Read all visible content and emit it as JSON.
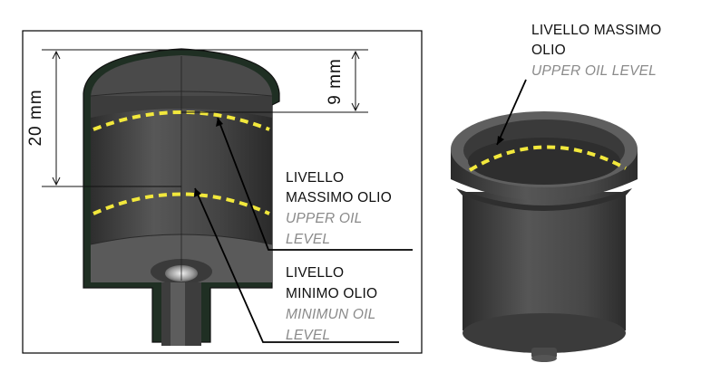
{
  "dimensions": {
    "total_height": "20 mm",
    "upper_offset": "9 mm"
  },
  "labels": {
    "right_upper_it_1": "LIVELLO MASSIMO",
    "right_upper_it_2": "OLIO",
    "right_upper_en": "UPPER OIL LEVEL",
    "left_max_it_1": "LIVELLO",
    "left_max_it_2": "MASSIMO OLIO",
    "left_max_en_1": "UPPER OIL",
    "left_max_en_2": "LEVEL",
    "left_min_it_1": "LIVELLO",
    "left_min_it_2": "MINIMO OLIO",
    "left_min_en_1": "MINIMUN OIL",
    "left_min_en_2": "LEVEL"
  },
  "colors": {
    "body_dark": "#3a3a3a",
    "body_mid": "#4b4b4b",
    "section_green": "#1f2f23",
    "level_marker": "#f2e83c"
  },
  "icons": [
    "oil-reservoir-section",
    "oil-reservoir-3d"
  ]
}
